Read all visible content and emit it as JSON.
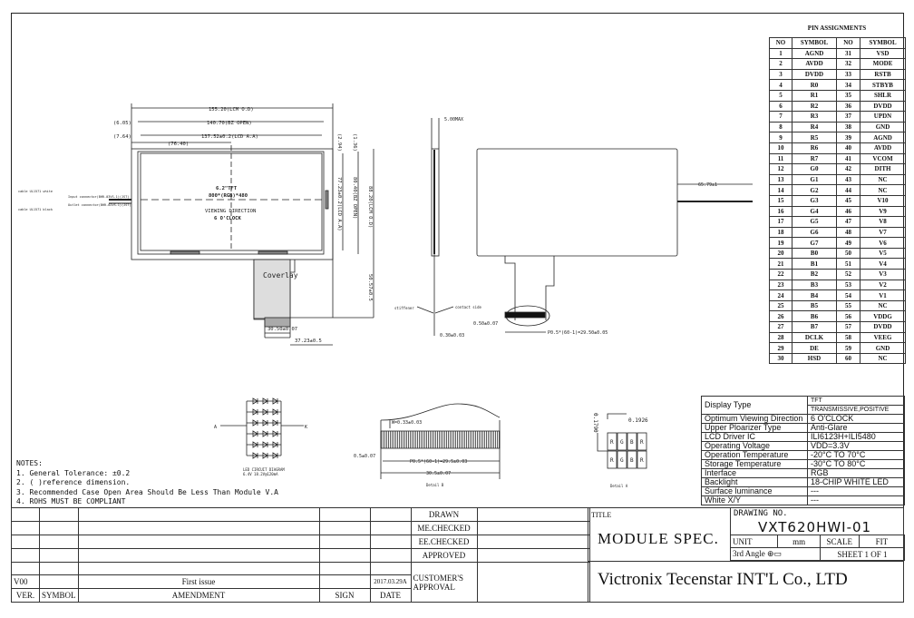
{
  "pin_assignments": {
    "title": "PIN ASSIGNMENTS",
    "headers": [
      "NO",
      "SYMBOL",
      "NO",
      "SYMBOL"
    ],
    "rows": [
      [
        "1",
        "AGND",
        "31",
        "VSD"
      ],
      [
        "2",
        "AVDD",
        "32",
        "MODE"
      ],
      [
        "3",
        "DVDD",
        "33",
        "RSTB"
      ],
      [
        "4",
        "R0",
        "34",
        "STBYB"
      ],
      [
        "5",
        "R1",
        "35",
        "SHLR"
      ],
      [
        "6",
        "R2",
        "36",
        "DVDD"
      ],
      [
        "7",
        "R3",
        "37",
        "UPDN"
      ],
      [
        "8",
        "R4",
        "38",
        "GND"
      ],
      [
        "9",
        "R5",
        "39",
        "AGND"
      ],
      [
        "10",
        "R6",
        "40",
        "AVDD"
      ],
      [
        "11",
        "R7",
        "41",
        "VCOM"
      ],
      [
        "12",
        "G0",
        "42",
        "DITH"
      ],
      [
        "13",
        "G1",
        "43",
        "NC"
      ],
      [
        "14",
        "G2",
        "44",
        "NC"
      ],
      [
        "15",
        "G3",
        "45",
        "V10"
      ],
      [
        "16",
        "G4",
        "46",
        "V9"
      ],
      [
        "17",
        "G5",
        "47",
        "V8"
      ],
      [
        "18",
        "G6",
        "48",
        "V7"
      ],
      [
        "19",
        "G7",
        "49",
        "V6"
      ],
      [
        "20",
        "B0",
        "50",
        "V5"
      ],
      [
        "21",
        "B1",
        "51",
        "V4"
      ],
      [
        "22",
        "B2",
        "52",
        "V3"
      ],
      [
        "23",
        "B3",
        "53",
        "V2"
      ],
      [
        "24",
        "B4",
        "54",
        "V1"
      ],
      [
        "25",
        "B5",
        "55",
        "NC"
      ],
      [
        "26",
        "B6",
        "56",
        "VDDG"
      ],
      [
        "27",
        "B7",
        "57",
        "DVDD"
      ],
      [
        "28",
        "DCLK",
        "58",
        "VEEG"
      ],
      [
        "29",
        "DE",
        "59",
        "GND"
      ],
      [
        "30",
        "HSD",
        "60",
        "NC"
      ]
    ]
  },
  "specs": {
    "display_type_label": "Display Type",
    "display_type_1": "TFT",
    "display_type_2": "TRANSMISSIVE,POSITIVE",
    "rows": [
      [
        "Optimum Viewing Direction",
        "6 O'CLOCK"
      ],
      [
        "Upper Ploarizer Type",
        "Anti-Glare"
      ],
      [
        "LCD Driver IC",
        "ILI6123H+ILI5480"
      ],
      [
        "Operating Voltage",
        "VDD=3.3V"
      ],
      [
        "Operation Temperature",
        "-20°C TO 70°C"
      ],
      [
        "Storage Temperature",
        "-30°C TO 80°C"
      ],
      [
        "Interface",
        "RGB"
      ],
      [
        "Backlight",
        "18-CHIP WHITE LED"
      ],
      [
        "Surface luminance",
        "---"
      ],
      [
        "White X/Y",
        "---"
      ]
    ]
  },
  "notes": {
    "title": "NOTES:",
    "items": [
      "1. General Tolerance: ±0.2",
      "2. (   )reference dimension.",
      "3. Recommended Case Open Area Should Be Less Than Module V.A",
      "4. ROHS  MUST BE COMPLIANT"
    ]
  },
  "drawing": {
    "dim_lcm_w": "155.20(LCM O.D)",
    "dim_bz_w": "140.70(BZ OPEN)",
    "dim_aa_w": "137.52±0.2(LCD A.A)",
    "dim_605": "(6.05)",
    "dim_764": "(7.64)",
    "dim_7640": "(76.40)",
    "dim_294": "(2.94)",
    "dim_136": "(1.36)",
    "dim_aa_h": "77.23±0.2(LCD A.A)",
    "dim_bz_h": "80.40(BZ OPEN)",
    "dim_lcm_h": "88.20(LCM O.D)",
    "dim_fpc_len": "50.57±0.5",
    "dim_fpc_w": "30.50±0.07",
    "dim_fpc_off": "37.23±0.5",
    "center_1": "6.2\"TFT",
    "center_2": "800*(RGB)*480",
    "center_3": "VIEWING DIRECTION",
    "center_4": "6 O'CLOCK",
    "coverlay": "Coverlay",
    "wire_1": "cable UL1571 white",
    "wire_2": "cable UL1571 black",
    "connector_1": "Input connector(BHR-03VS-1)(JST)",
    "connector_2": "Outlet connector(BHR-02VS-1)(JST)",
    "dim_5max": "5.00MAX",
    "stiffener": "stiffener",
    "contact_side": "contact side",
    "dim_030": "0.30±0.03",
    "dim_050": "0.50±0.07",
    "dim_pitch": "P0.5*(60-1)=29.50±0.05",
    "dim_cable": "65.79±1",
    "led_title": "LED CIRCUIT DIAGRAM",
    "led_sub": "6.4V 18.2V@120mA",
    "led_a": "A",
    "led_k": "K",
    "detb_w": "W=0.33±0.03",
    "detb_05": "0.5±0.07",
    "detb_pitch": "P0.5*(60-1)=29.5±0.03",
    "detb_total": "30.5±0.07",
    "detb_label": "Detail B",
    "deta_h": "0.1790",
    "deta_w": "0.1926",
    "deta_label": "Detail A",
    "pixel_labels": [
      "R",
      "G",
      "B",
      "R"
    ]
  },
  "title_block": {
    "drawn": "DRAWN",
    "me_checked": "ME.CHECKED",
    "ee_checked": "EE.CHECKED",
    "approved": "APPROVED",
    "customer_approval_1": "CUSTOMER'S",
    "customer_approval_2": "APPROVAL",
    "ver": "V00",
    "amendment": "First issue",
    "date": "2017.03.29A",
    "h_ver": "VER.",
    "h_symbol": "SYMBOL",
    "h_amendment": "AMENDMENT",
    "h_sign": "SIGN",
    "h_date": "DATE",
    "title_label": "TITLE",
    "title": "MODULE  SPEC.",
    "drawing_no_label": "DRAWING NO.",
    "drawing_no": "VXT620HWI-01",
    "unit_label": "UNIT",
    "unit": "mm",
    "scale_label": "SCALE",
    "scale": "FIT",
    "angle": "3rd Angle",
    "sheet": "SHEET  1  OF  1",
    "company": "Victronix Tecenstar INT'L Co., LTD"
  }
}
